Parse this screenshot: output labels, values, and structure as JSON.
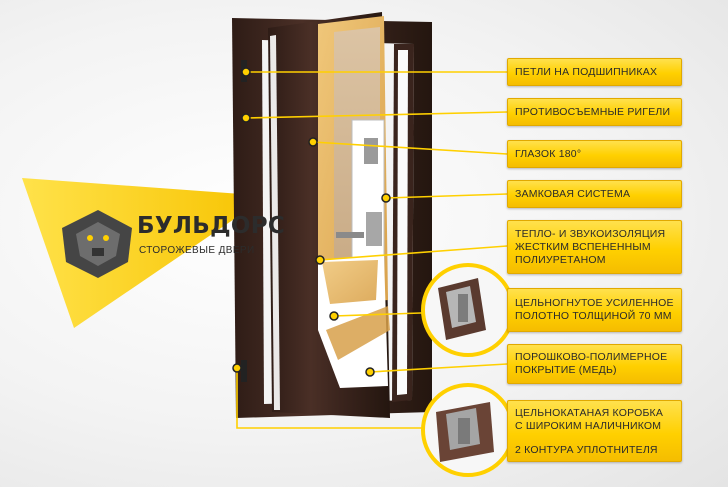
{
  "brand": {
    "name": "БУЛЬДОРС",
    "tagline": "СТОРОЖЕВЫЕ ДВЕРИ",
    "accent_color": "#ffd000"
  },
  "features": [
    {
      "lines": [
        "ПЕТЛИ НА ПОДШИПНИКАХ"
      ]
    },
    {
      "lines": [
        "ПРОТИВОСЪЕМНЫЕ РИГЕЛИ"
      ]
    },
    {
      "lines": [
        "ГЛАЗОК 180°"
      ]
    },
    {
      "lines": [
        "ЗАМКОВАЯ СИСТЕМА"
      ]
    },
    {
      "lines": [
        "ТЕПЛО- И ЗВУКОИЗОЛЯЦИЯ",
        "ЖЕСТКИМ ВСПЕНЕННЫМ",
        "ПОЛИУРЕТАНОМ"
      ]
    },
    {
      "lines": [
        "ЦЕЛЬНОГНУТОЕ УСИЛЕННОЕ",
        "ПОЛОТНО ТОЛЩИНОЙ 70 ММ"
      ]
    },
    {
      "lines": [
        "ПОРОШКОВО-ПОЛИМЕРНОЕ",
        "ПОКРЫТИЕ (МЕДЬ)"
      ]
    },
    {
      "lines": [
        "ЦЕЛЬНОКАТАНАЯ КОРОБКА",
        "С ШИРОКИМ НАЛИЧНИКОМ"
      ]
    }
  ],
  "extra_note": "2 КОНТУРА УПЛОТНИТЕЛЯ",
  "icons": [
    "bulldog-logo-icon",
    "profile-section-icon",
    "frame-section-icon"
  ]
}
